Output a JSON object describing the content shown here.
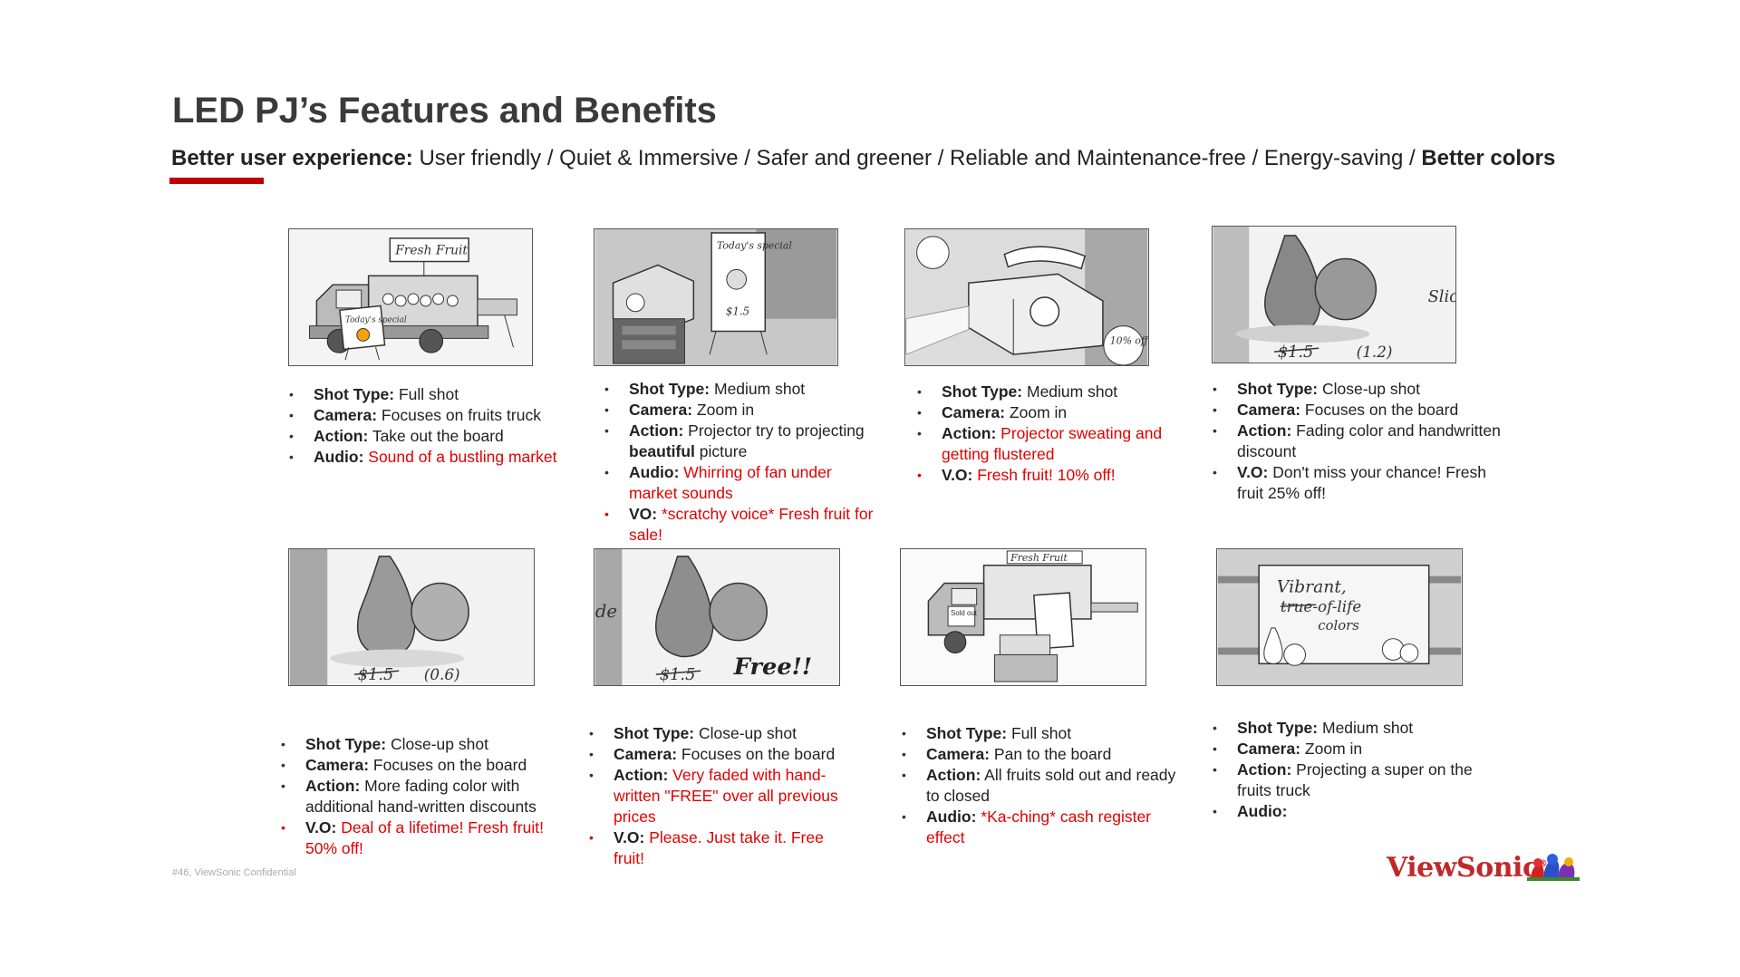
{
  "title": "LED PJ’s Features and Benefits",
  "subtitle": {
    "lead": "Better user experience:",
    "middle": " User friendly / Quiet & Immersive / Safer and greener / Reliable and Maintenance-free / Energy-saving / ",
    "end": "Better colors"
  },
  "colors": {
    "accent_red": "#c00000",
    "note_red": "#e00000",
    "brand_red": "#c0282a"
  },
  "panels": [
    {
      "sketch_text": [
        "Fresh Fruit",
        "Today's special"
      ],
      "notes": {
        "shot_label": "Shot Type:",
        "shot": " Full shot",
        "camera_label": "Camera:",
        "camera": " Focuses on fruits truck",
        "action_label": "Action:",
        "action": " Take out the board",
        "audio_label": "Audio:",
        "audio": " Sound of a bustling market"
      }
    },
    {
      "sketch_text": [
        "Today's special",
        "$1.5"
      ],
      "notes": {
        "shot_label": "Shot Type:",
        "shot": " Medium shot",
        "camera_label": "Camera:",
        "camera": " Zoom in",
        "action_label": "Action:",
        "action_a": " Projector try to projecting ",
        "action_b": "beautiful",
        "action_c": " picture",
        "audio_label": "Audio:",
        "audio": " Whirring of fan under market sounds",
        "vo_label": "VO:",
        "vo": " *scratchy voice* Fresh fruit for sale!"
      }
    },
    {
      "sketch_text": [
        "10% off"
      ],
      "notes": {
        "shot_label": "Shot Type:",
        "shot": " Medium shot",
        "camera_label": "Camera:",
        "camera": " Zoom in",
        "action_label": "Action:",
        "action": " Projector sweating and getting flustered",
        "vo_label": "V.O:",
        "vo": " Fresh fruit! 10% off!"
      }
    },
    {
      "sketch_text": [
        "$1.5",
        "(1.2)",
        "Slic"
      ],
      "notes": {
        "shot_label": "Shot Type:",
        "shot": " Close-up shot",
        "camera_label": "Camera:",
        "camera": " Focuses on the board",
        "action_label": "Action:",
        "action": " Fading color and handwritten discount",
        "vo_label": "V.O:",
        "vo": " Don't miss your chance! Fresh fruit 25% off!"
      }
    },
    {
      "sketch_text": [
        "$1.5",
        "(0.6)"
      ],
      "notes": {
        "shot_label": "Shot Type:",
        "shot": " Close-up shot",
        "camera_label": "Camera:",
        "camera": " Focuses on the board",
        "action_label": "Action:",
        "action": " More fading color with additional hand-written discounts",
        "vo_label": "V.O:",
        "vo": " Deal of a lifetime! Fresh fruit! 50% off!"
      }
    },
    {
      "sketch_text": [
        "$1.5",
        "Free!!",
        "de"
      ],
      "notes": {
        "shot_label": "Shot Type:",
        "shot": " Close-up shot",
        "camera_label": "Camera:",
        "camera": " Focuses on the board",
        "action_label": "Action:",
        "action": " Very faded with hand-written \"FREE\" over all previous prices",
        "vo_label": "V.O:",
        "vo": " Please. Just take it. Free fruit!"
      }
    },
    {
      "sketch_text": [
        "Fresh Fruit",
        "Sold out"
      ],
      "notes": {
        "shot_label": "Shot Type:",
        "shot": " Full shot",
        "camera_label": "Camera:",
        "camera": " Pan to the board",
        "action_label": "Action:",
        "action": " All fruits sold out and ready to closed",
        "audio_label": "Audio:",
        "audio": " *Ka-ching* cash register effect"
      }
    },
    {
      "sketch_text": [
        "Vibrant,",
        "true-of-life",
        "colors"
      ],
      "notes": {
        "shot_label": "Shot Type:",
        "shot": " Medium shot",
        "camera_label": "Camera:",
        "camera": " Zoom in",
        "action_label": "Action:",
        "action": " Projecting a super on the fruits truck",
        "audio_label": "Audio:"
      }
    }
  ],
  "footer": "#46, ViewSonic Confidential",
  "brand": {
    "name": "ViewSonic",
    "mark": "®",
    "logo_icon": "birds-logo-icon"
  }
}
